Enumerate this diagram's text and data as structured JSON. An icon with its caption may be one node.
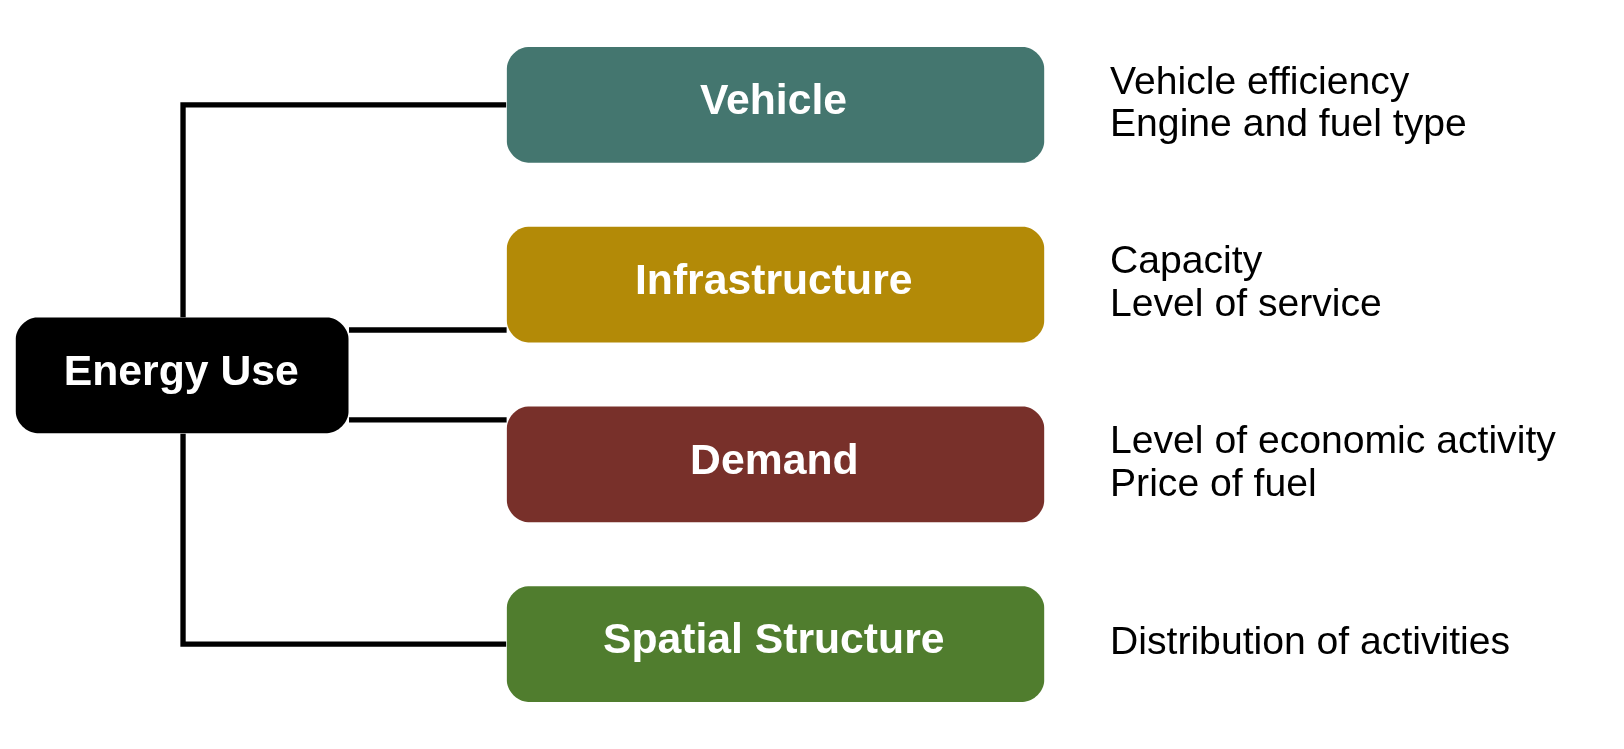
{
  "diagram": {
    "nodes": [
      {
        "text": [
          "Energy Use"
        ]
      },
      {
        "text": [
          "Vehicle"
        ],
        "beside": [
          "Vehicle efficiency",
          "Engine and fuel type"
        ]
      },
      {
        "text": [
          "Infrastructure"
        ],
        "beside": [
          "Capacity",
          "Level of service"
        ]
      },
      {
        "text": [
          "Demand"
        ],
        "beside": [
          "Level of economic activity",
          "Price of fuel"
        ]
      },
      {
        "text": [
          "Spatial Structure"
        ],
        "beside": [
          "Distribution of activities"
        ]
      }
    ],
    "edges": [
      {
        "from": 0,
        "to": 1,
        "arrow": "none"
      },
      {
        "from": 0,
        "to": 2,
        "arrow": "none"
      },
      {
        "from": 0,
        "to": 3,
        "arrow": "none"
      },
      {
        "from": 0,
        "to": 4,
        "arrow": "none"
      }
    ]
  }
}
